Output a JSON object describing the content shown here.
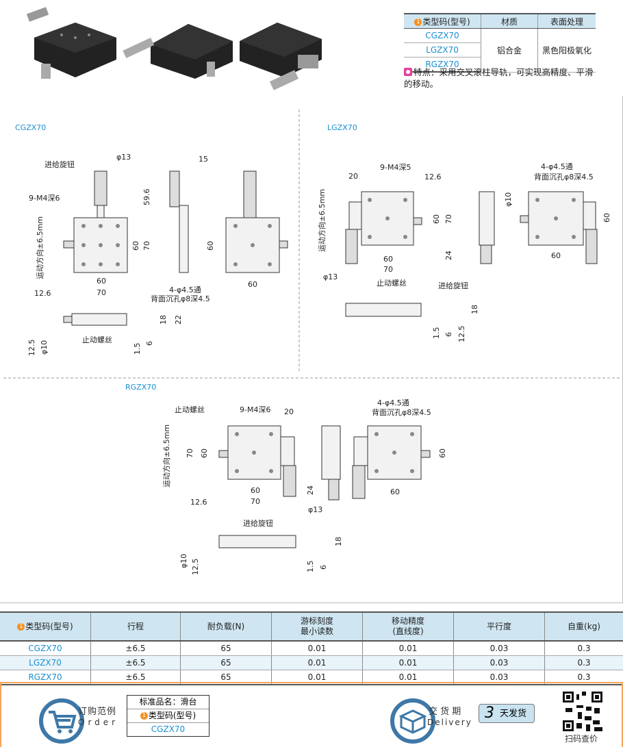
{
  "spec_table": {
    "headers": [
      "类型码(型号)",
      "材质",
      "表面处理"
    ],
    "bullet": "1",
    "models": [
      "CGZX70",
      "LGZX70",
      "RGZX70"
    ],
    "material": "铝合金",
    "surface": "黑色阳极氧化"
  },
  "feature": "特点：采用交叉滚柱导轨，可实现高精度、平滑的移动。",
  "drawings": {
    "cgzx70": {
      "title": "CGZX70",
      "knob": "进给旋钮",
      "d13": "φ13",
      "m4": "9-M4深6",
      "h596": "59.6",
      "v60": "60",
      "v70": "70",
      "motion": "运动方向±6.5mm",
      "w60": "60",
      "w70": "70",
      "off126": "12.6",
      "s15": "15",
      "s60": "60",
      "r60": "60",
      "holes": "4-φ4.5通",
      "counter": "背面沉孔φ8深4.5",
      "b18": "18",
      "b22": "22",
      "stop": "止动螺丝",
      "b125": "12.5",
      "d10": "φ10",
      "b15": "1.5",
      "b6": "6"
    },
    "lgzx70": {
      "title": "LGZX70",
      "o20": "20",
      "m4": "9-M4深5",
      "off126": "12.6",
      "v60": "60",
      "v70": "70",
      "v24": "24",
      "motion": "运动方向±6.5mm",
      "w60": "60",
      "w70": "70",
      "d13": "φ13",
      "stop": "止动螺丝",
      "knob": "进给旋钮",
      "d10": "φ10",
      "holes": "4-φ4.5通",
      "counter": "背面沉孔φ8深4.5",
      "r60": "60",
      "rv60": "60",
      "b18": "18",
      "b15": "1.5",
      "b6": "6",
      "b125": "12.5"
    },
    "rgzx70": {
      "title": "RGZX70",
      "stop": "止动螺丝",
      "m4": "9-M4深6",
      "o20": "20",
      "motion": "运动方向±6.5mm",
      "v70": "70",
      "v60": "60",
      "w60": "60",
      "w70": "70",
      "off126": "12.6",
      "v24": "24",
      "d13": "φ13",
      "knob": "进给旋钮",
      "holes": "4-φ4.5通",
      "counter": "背面沉孔φ8深4.5",
      "r60": "60",
      "rv60": "60",
      "b18": "18",
      "d10": "φ10",
      "b125": "12.5",
      "b15": "1.5",
      "b6": "6"
    }
  },
  "main_table": {
    "bullet": "1",
    "headers": [
      "类型码(型号)",
      "行程",
      "耐负载(N)",
      "游标刻度",
      "最小读数",
      "移动精度",
      "(直线度)",
      "平行度",
      "自重(kg)"
    ],
    "rows": [
      [
        "CGZX70",
        "±6.5",
        "65",
        "0.01",
        "0.01",
        "0.03",
        "0.3"
      ],
      [
        "LGZX70",
        "±6.5",
        "65",
        "0.01",
        "0.01",
        "0.03",
        "0.3"
      ],
      [
        "RGZX70",
        "±6.5",
        "65",
        "0.01",
        "0.01",
        "0.03",
        "0.3"
      ]
    ]
  },
  "footer": {
    "order_cn": "订购范例",
    "order_en": "Order",
    "std_name": "标准品名：滑台",
    "type_code": "类型码(型号)",
    "example": "CGZX70",
    "delivery_cn": "交 货 期",
    "delivery_en": "Delivery",
    "days": "3",
    "days_label": "天发货",
    "qr_label": "扫码查价"
  },
  "colors": {
    "accent": "#1a8fd0",
    "header_bg": "#cfe6f2",
    "footer_border": "#f5a55a",
    "icon_blue": "#3d78a8"
  }
}
